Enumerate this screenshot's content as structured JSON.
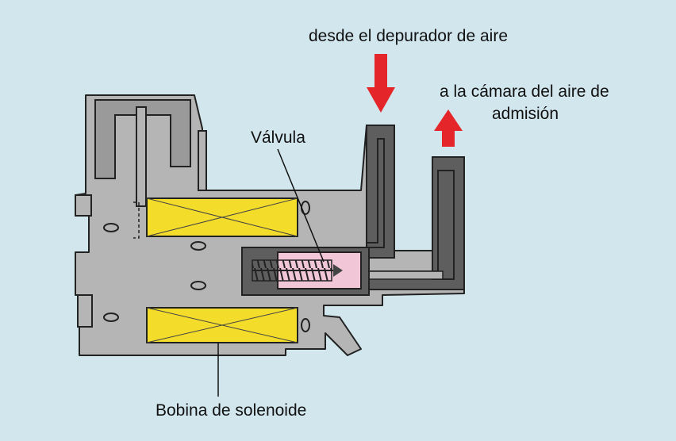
{
  "labels": {
    "from_air_cleaner": "desde el depurador de aire",
    "to_intake_line1": "a la cámara del aire de",
    "to_intake_line2": "admisión",
    "valve": "Válvula",
    "coil": "Bobina de solenoide"
  },
  "colors": {
    "background": "#d2e6ee",
    "body": "#b5b5b5",
    "dark": "#5e5e5e",
    "coil": "#f4dd2a",
    "valve": "#f1c6d6",
    "arrow": "#e4262a"
  },
  "icons": {
    "inlet_arrow": "arrow-down-icon",
    "outlet_arrow": "arrow-up-icon"
  }
}
